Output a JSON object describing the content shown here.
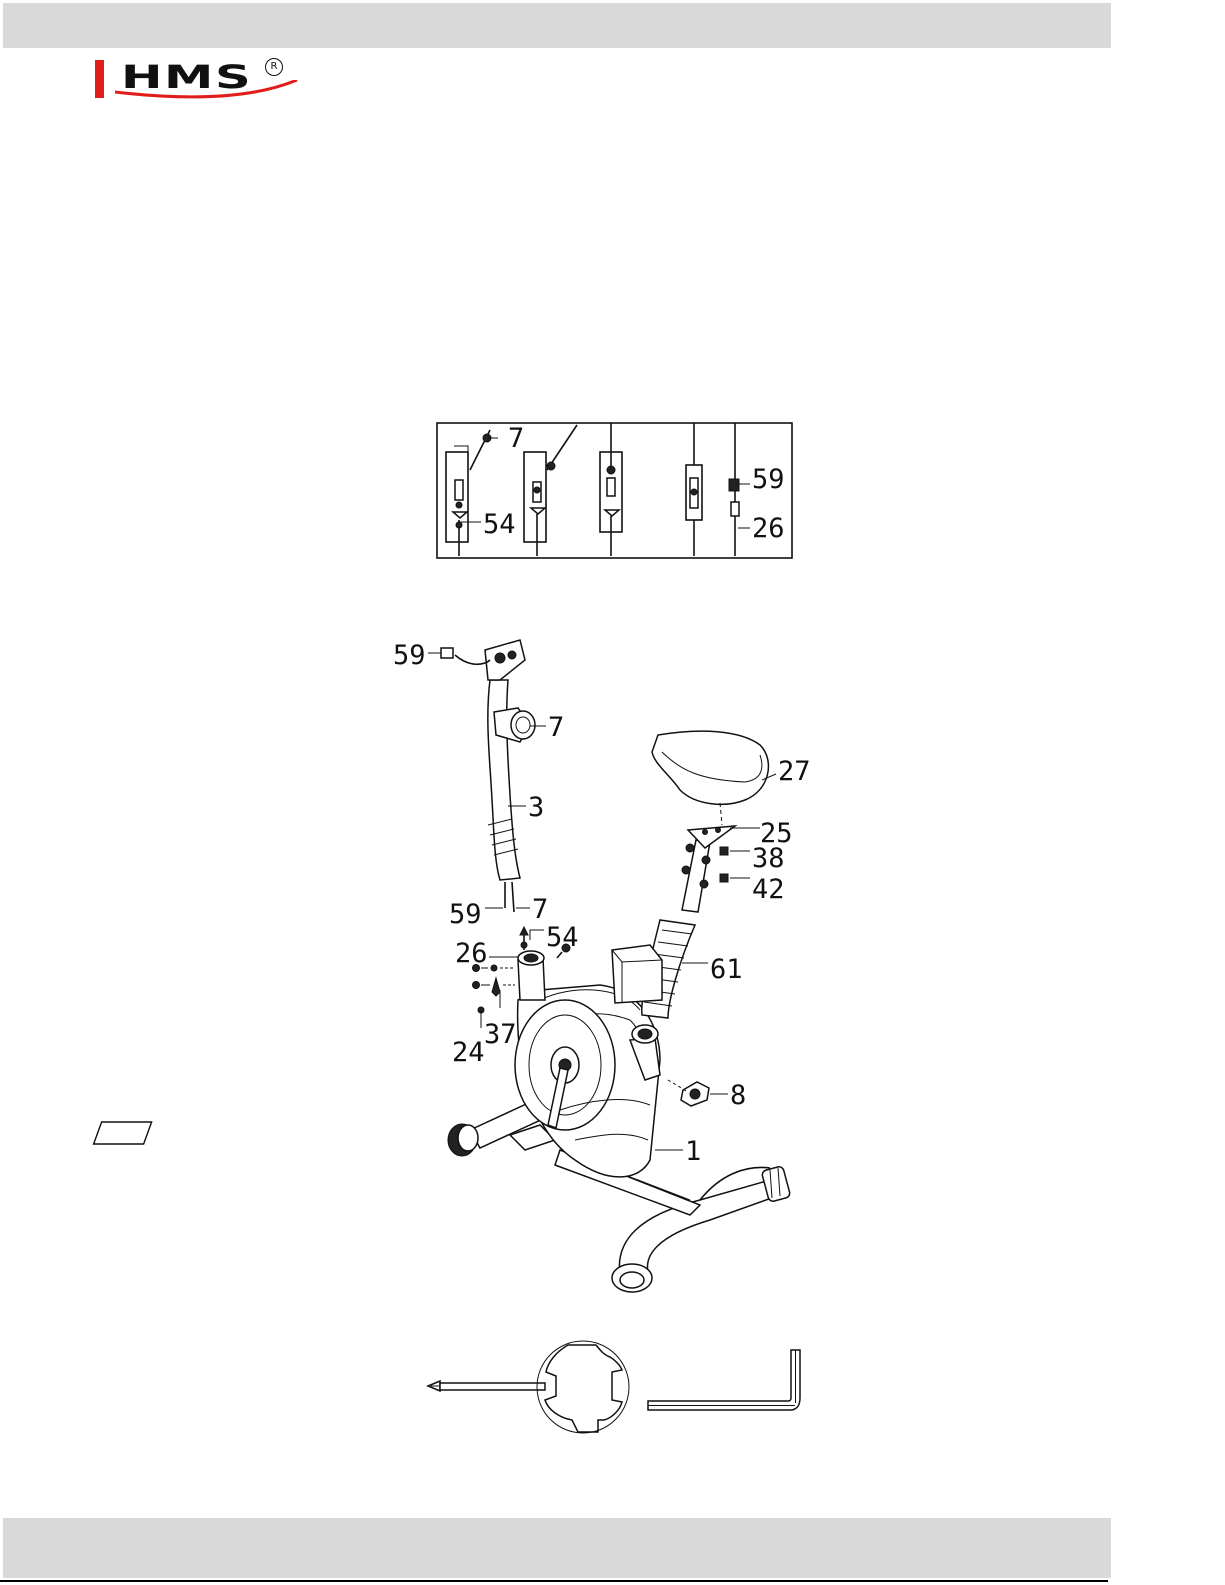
{
  "header": {
    "brand": "HMS",
    "registered": "R"
  },
  "detail_labels": {
    "top": "7",
    "bottom_left": "54",
    "right_top": "59",
    "right_bottom": "26"
  },
  "labels": {
    "sensor": "59",
    "handlebar_knob": "7",
    "handlebar_post": "3",
    "seat": "27",
    "seat_bracket": "25",
    "washer": "38",
    "nut": "42",
    "cable_lower": "7",
    "cable_sensor": "59",
    "bolt": "54",
    "screw": "26",
    "seat_post": "61",
    "bolt_small": "37",
    "screw_small": "24",
    "adjust_knob": "8",
    "frame": "1"
  },
  "colors": {
    "logo_red": "#e21b1b",
    "band_gray": "#d9d9d9"
  }
}
